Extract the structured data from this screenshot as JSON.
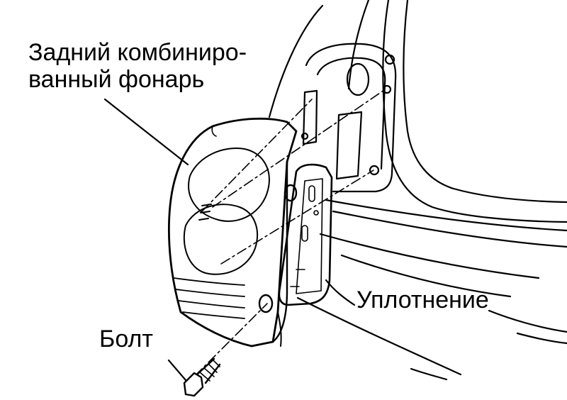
{
  "labels": {
    "lamp_line1": "Задний комбиниро-",
    "lamp_line2": "ванный фонарь",
    "seal": "Уплотнение",
    "bolt": "Болт"
  },
  "colors": {
    "ink": "#000000",
    "background": "#ffffff"
  }
}
